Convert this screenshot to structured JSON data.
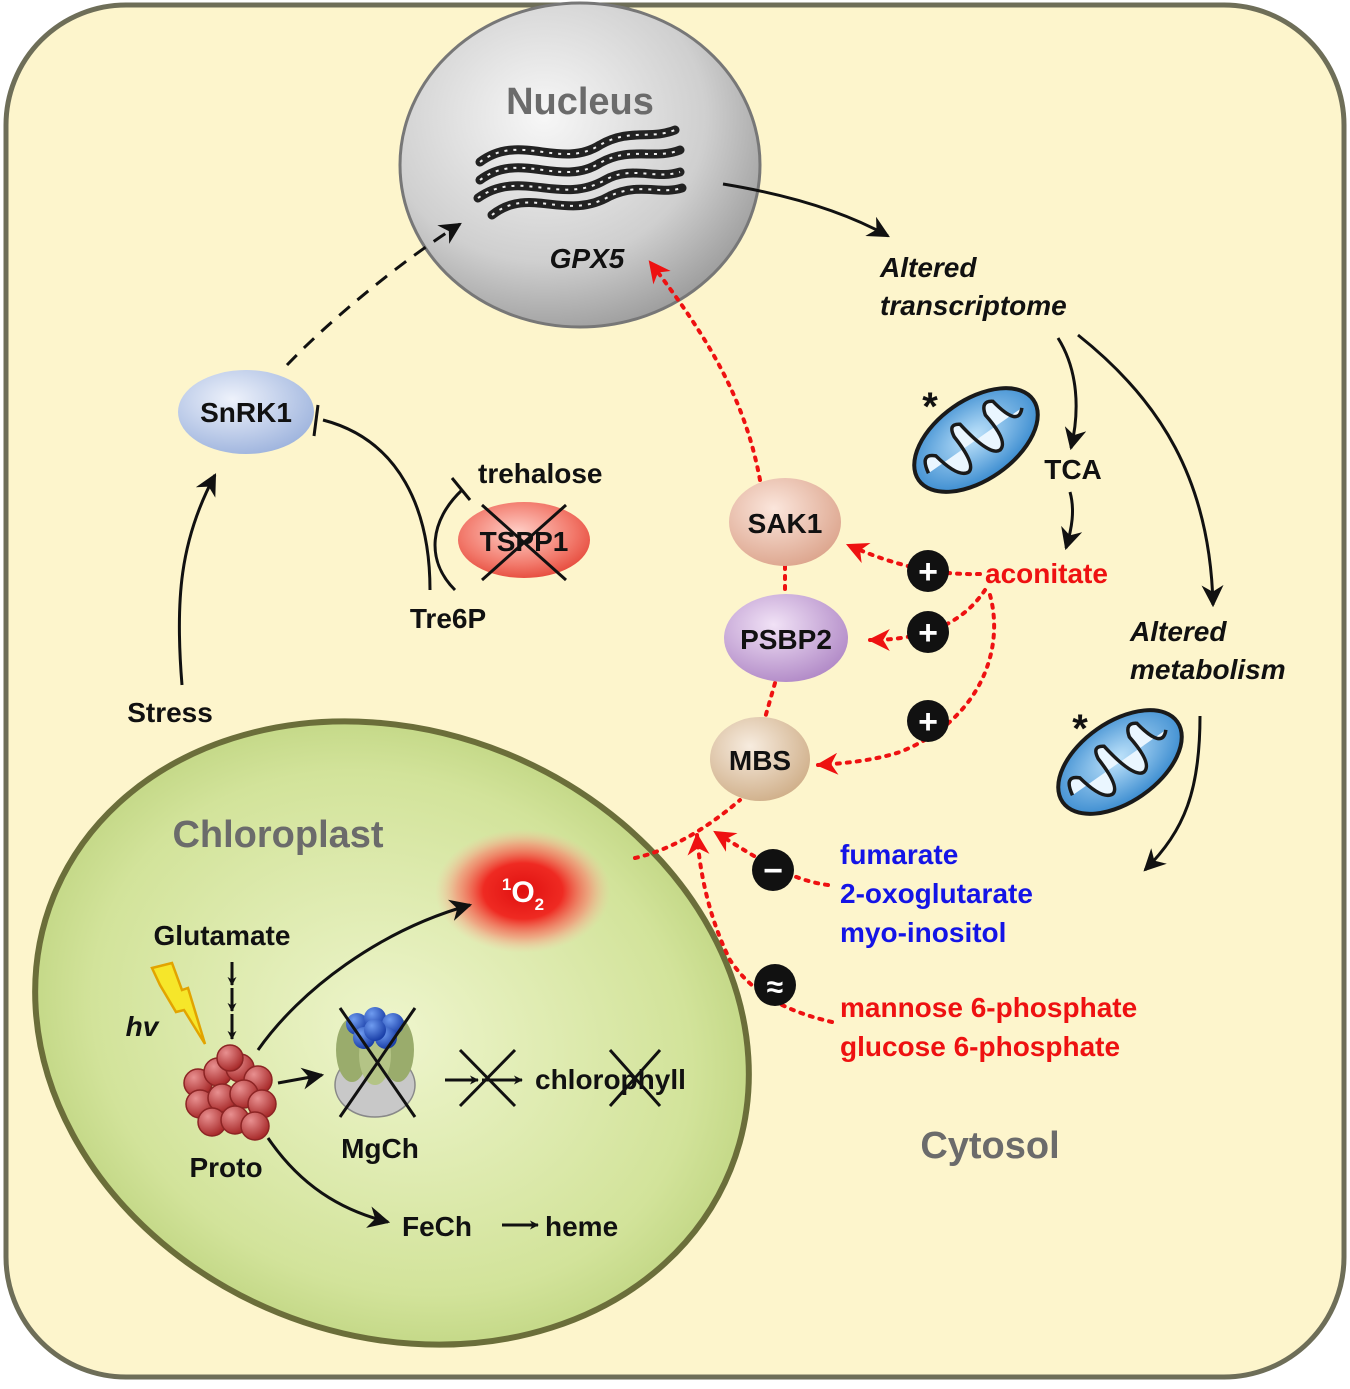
{
  "regions": {
    "nucleus": "Nucleus",
    "chloroplast": "Chloroplast",
    "cytosol": "Cytosol"
  },
  "genes": {
    "gpx5": "GPX5"
  },
  "outputs": {
    "transcriptome_line1": "Altered",
    "transcriptome_line2": "transcriptome",
    "metabolism_line1": "Altered",
    "metabolism_line2": "metabolism"
  },
  "nodes": {
    "snrk1": "SnRK1",
    "trehalose": "trehalose",
    "tspp1": "TSPP1",
    "tre6p": "Tre6P",
    "stress": "Stress",
    "sak1": "SAK1",
    "psbp2": "PSBP2",
    "mbs": "MBS",
    "tca": "TCA",
    "aconitate": "aconitate"
  },
  "singlet_oxygen": {
    "superscript": "1",
    "base": "O",
    "subscript": "2"
  },
  "tetrapyrrole": {
    "glutamate": "Glutamate",
    "light": "hv",
    "proto": "Proto",
    "mgch": "MgCh",
    "chlorophyll": "chlorophyll",
    "fech": "FeCh",
    "heme": "heme"
  },
  "metabolites_negative": [
    "fumarate",
    "2-oxoglutarate",
    "myo-inositol"
  ],
  "metabolites_neutral": [
    "mannose 6-phosphate",
    "glucose 6-phosphate"
  ],
  "signs": {
    "plus": "+",
    "minus": "−",
    "approx": "≈",
    "asterisk": "*"
  },
  "colors": {
    "cell_fill": "#fdf5cc",
    "chloroplast_fill": "#c9dc8e",
    "positive_regulator": "#ee1111",
    "negative_regulator": "#1414e6"
  }
}
